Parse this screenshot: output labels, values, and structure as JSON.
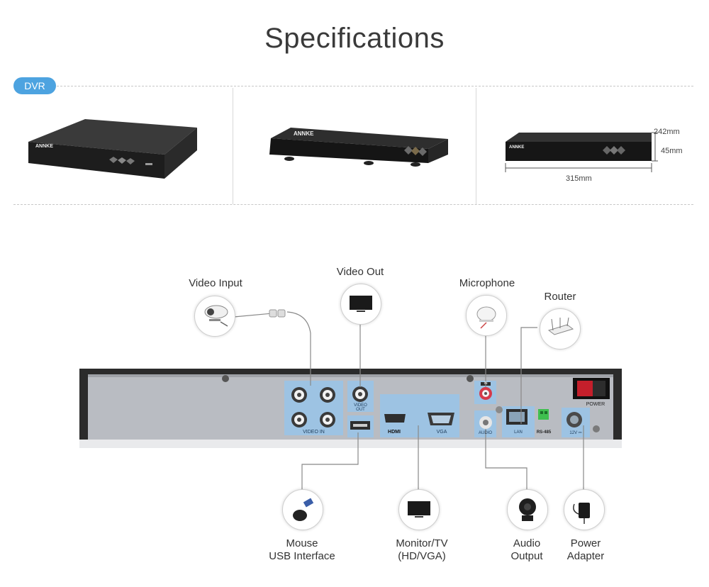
{
  "page": {
    "title": "Specifications",
    "tag": "DVR",
    "brand": "ANNKE"
  },
  "dimensions": {
    "width": "315mm",
    "depth": "242mm",
    "height": "45mm"
  },
  "peripherals": {
    "video_input": "Video Input",
    "video_out": "Video Out",
    "microphone": "Microphone",
    "router": "Router",
    "mouse_line1": "Mouse",
    "mouse_line2": "USB Interface",
    "monitor_line1": "Monitor/TV",
    "monitor_line2": "(HD/VGA)",
    "audio_line1": "Audio",
    "audio_line2": "Output",
    "power_line1": "Power",
    "power_line2": "Adapter"
  },
  "ports": {
    "video_in": "VIDEO IN",
    "video_out_l1": "VIDEO",
    "video_out_l2": "OUT",
    "hdmi": "HDMI",
    "vga": "VGA",
    "audio_in_tag": "IN",
    "audio": "AUDIO",
    "lan": "LAN",
    "rs485": "RS-485",
    "power": "POWER",
    "dc": "12V ⎓"
  }
}
